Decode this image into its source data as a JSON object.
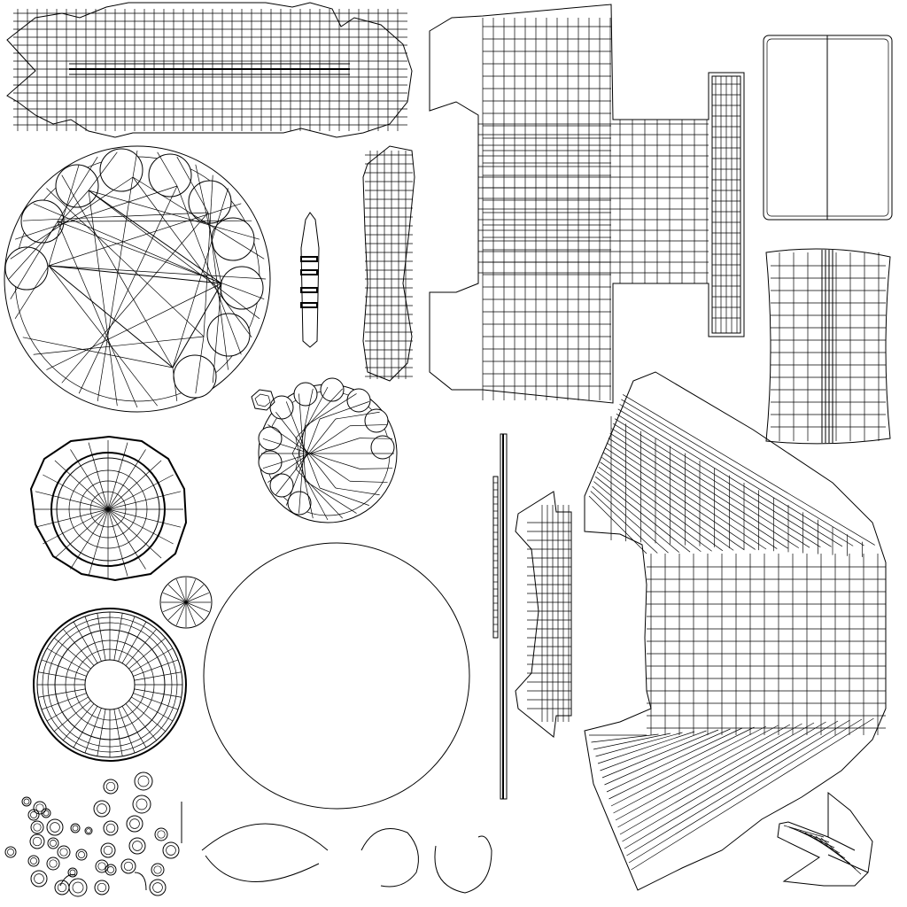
{
  "canvas": {
    "background": "#ffffff",
    "line_color": "#000000"
  },
  "islands": [
    "top-handle-strip",
    "large-gear-ring",
    "center-pin",
    "tall-curved-strip",
    "body-cross-panel",
    "rounded-rect-cap",
    "small-barrel-panel",
    "small-gear-ring",
    "hex-nut",
    "radial-disc-upper",
    "small-disc",
    "radial-disc-lower",
    "large-circle",
    "long-rod",
    "side-rail",
    "bowtie-strip",
    "curved-body-panel",
    "wing-piece",
    "washer-cluster",
    "arc-wires"
  ]
}
